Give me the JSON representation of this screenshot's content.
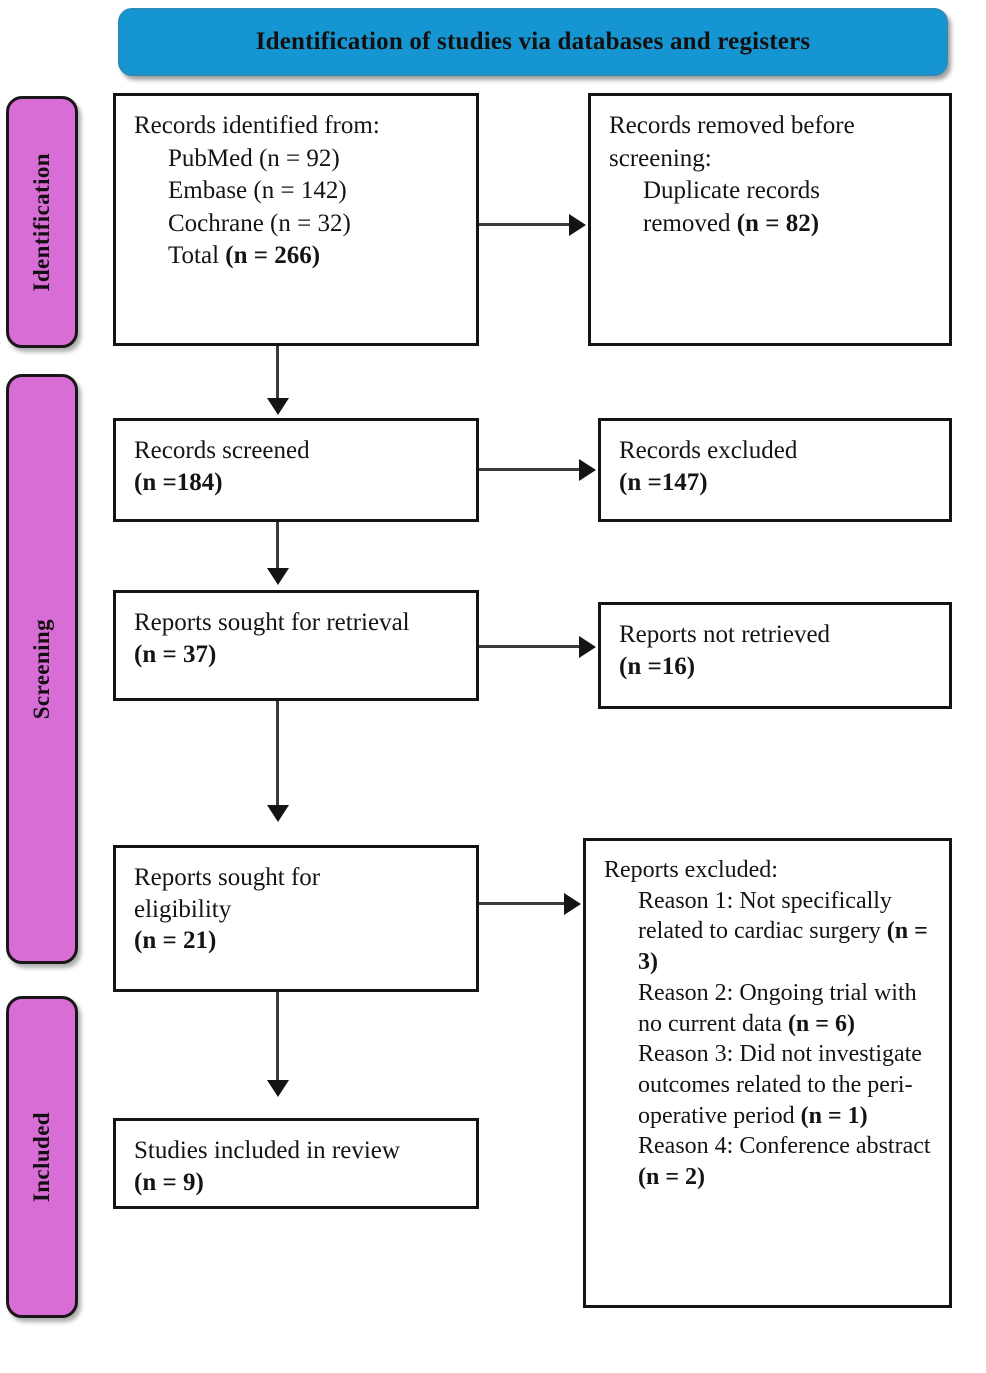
{
  "banner": {
    "title": "Identification of studies via databases and registers",
    "bg_color": "#1596d2"
  },
  "stages": {
    "bg_color": "#d96dd6",
    "identification": "Identification",
    "screening": "Screening",
    "included": "Included"
  },
  "boxes": {
    "identified": {
      "line1": "Records identified from:",
      "line2": "PubMed (n = 92)",
      "line3": "Embase (n = 142)",
      "line4_prefix": "Total ",
      "line4_bold": "(n = 266)",
      "line4b": "Cochrane (n = 32)"
    },
    "removed": {
      "line1": "Records removed before",
      "line2": "screening:",
      "line3": "Duplicate records",
      "line4_prefix": "removed ",
      "line4_bold": "(n = 82)"
    },
    "screened": {
      "line1": "Records screened",
      "line2": "(n =184)"
    },
    "excluded": {
      "line1": "Records excluded",
      "line2": "(n =147)"
    },
    "sought_retrieval": {
      "line1": "Reports sought for retrieval",
      "line2": "(n = 37)"
    },
    "not_retrieved": {
      "line1": "Reports not retrieved",
      "line2": "(n =16)"
    },
    "eligibility": {
      "line1": "Reports sought for",
      "line2": "eligibility",
      "line3": "(n = 21)"
    },
    "reports_excluded": {
      "heading": "Reports excluded:",
      "reason1_text": "Reason 1: Not specifically related to cardiac surgery ",
      "reason1_n": "(n = 3)",
      "reason2_text": "Reason 2: Ongoing trial with no current data ",
      "reason2_n": "(n = 6)",
      "reason3_text": "Reason 3: Did not investigate outcomes related to the peri-operative period ",
      "reason3_n": "(n = 1)",
      "reason4_text": "Reason 4: Conference abstract ",
      "reason4_n": "(n = 2)"
    },
    "included": {
      "line1": "Studies included in review",
      "line2": "(n = 9)"
    }
  },
  "chart_data": {
    "type": "diagram",
    "title": "PRISMA 2020 flow diagram",
    "nodes": [
      {
        "id": "identified",
        "stage": "Identification",
        "label": "Records identified from databases",
        "sources": {
          "PubMed": 92,
          "Embase": 142,
          "Cochrane": 32
        },
        "total": 266
      },
      {
        "id": "removed",
        "stage": "Identification",
        "label": "Duplicate records removed before screening",
        "n": 82
      },
      {
        "id": "screened",
        "stage": "Screening",
        "label": "Records screened",
        "n": 184
      },
      {
        "id": "excluded",
        "stage": "Screening",
        "label": "Records excluded",
        "n": 147
      },
      {
        "id": "sought_retrieval",
        "stage": "Screening",
        "label": "Reports sought for retrieval",
        "n": 37
      },
      {
        "id": "not_retrieved",
        "stage": "Screening",
        "label": "Reports not retrieved",
        "n": 16
      },
      {
        "id": "eligibility",
        "stage": "Screening",
        "label": "Reports sought for eligibility",
        "n": 21
      },
      {
        "id": "reports_excluded",
        "stage": "Screening",
        "label": "Reports excluded",
        "reasons": [
          {
            "reason": "Not specifically related to cardiac surgery",
            "n": 3
          },
          {
            "reason": "Ongoing trial with no current data",
            "n": 6
          },
          {
            "reason": "Did not investigate outcomes related to the peri-operative period",
            "n": 1
          },
          {
            "reason": "Conference abstract",
            "n": 2
          }
        ]
      },
      {
        "id": "included",
        "stage": "Included",
        "label": "Studies included in review",
        "n": 9
      }
    ],
    "edges": [
      {
        "from": "identified",
        "to": "removed",
        "direction": "right"
      },
      {
        "from": "identified",
        "to": "screened",
        "direction": "down"
      },
      {
        "from": "screened",
        "to": "excluded",
        "direction": "right"
      },
      {
        "from": "screened",
        "to": "sought_retrieval",
        "direction": "down"
      },
      {
        "from": "sought_retrieval",
        "to": "not_retrieved",
        "direction": "right"
      },
      {
        "from": "sought_retrieval",
        "to": "eligibility",
        "direction": "down"
      },
      {
        "from": "eligibility",
        "to": "reports_excluded",
        "direction": "right"
      },
      {
        "from": "eligibility",
        "to": "included",
        "direction": "down"
      }
    ]
  }
}
